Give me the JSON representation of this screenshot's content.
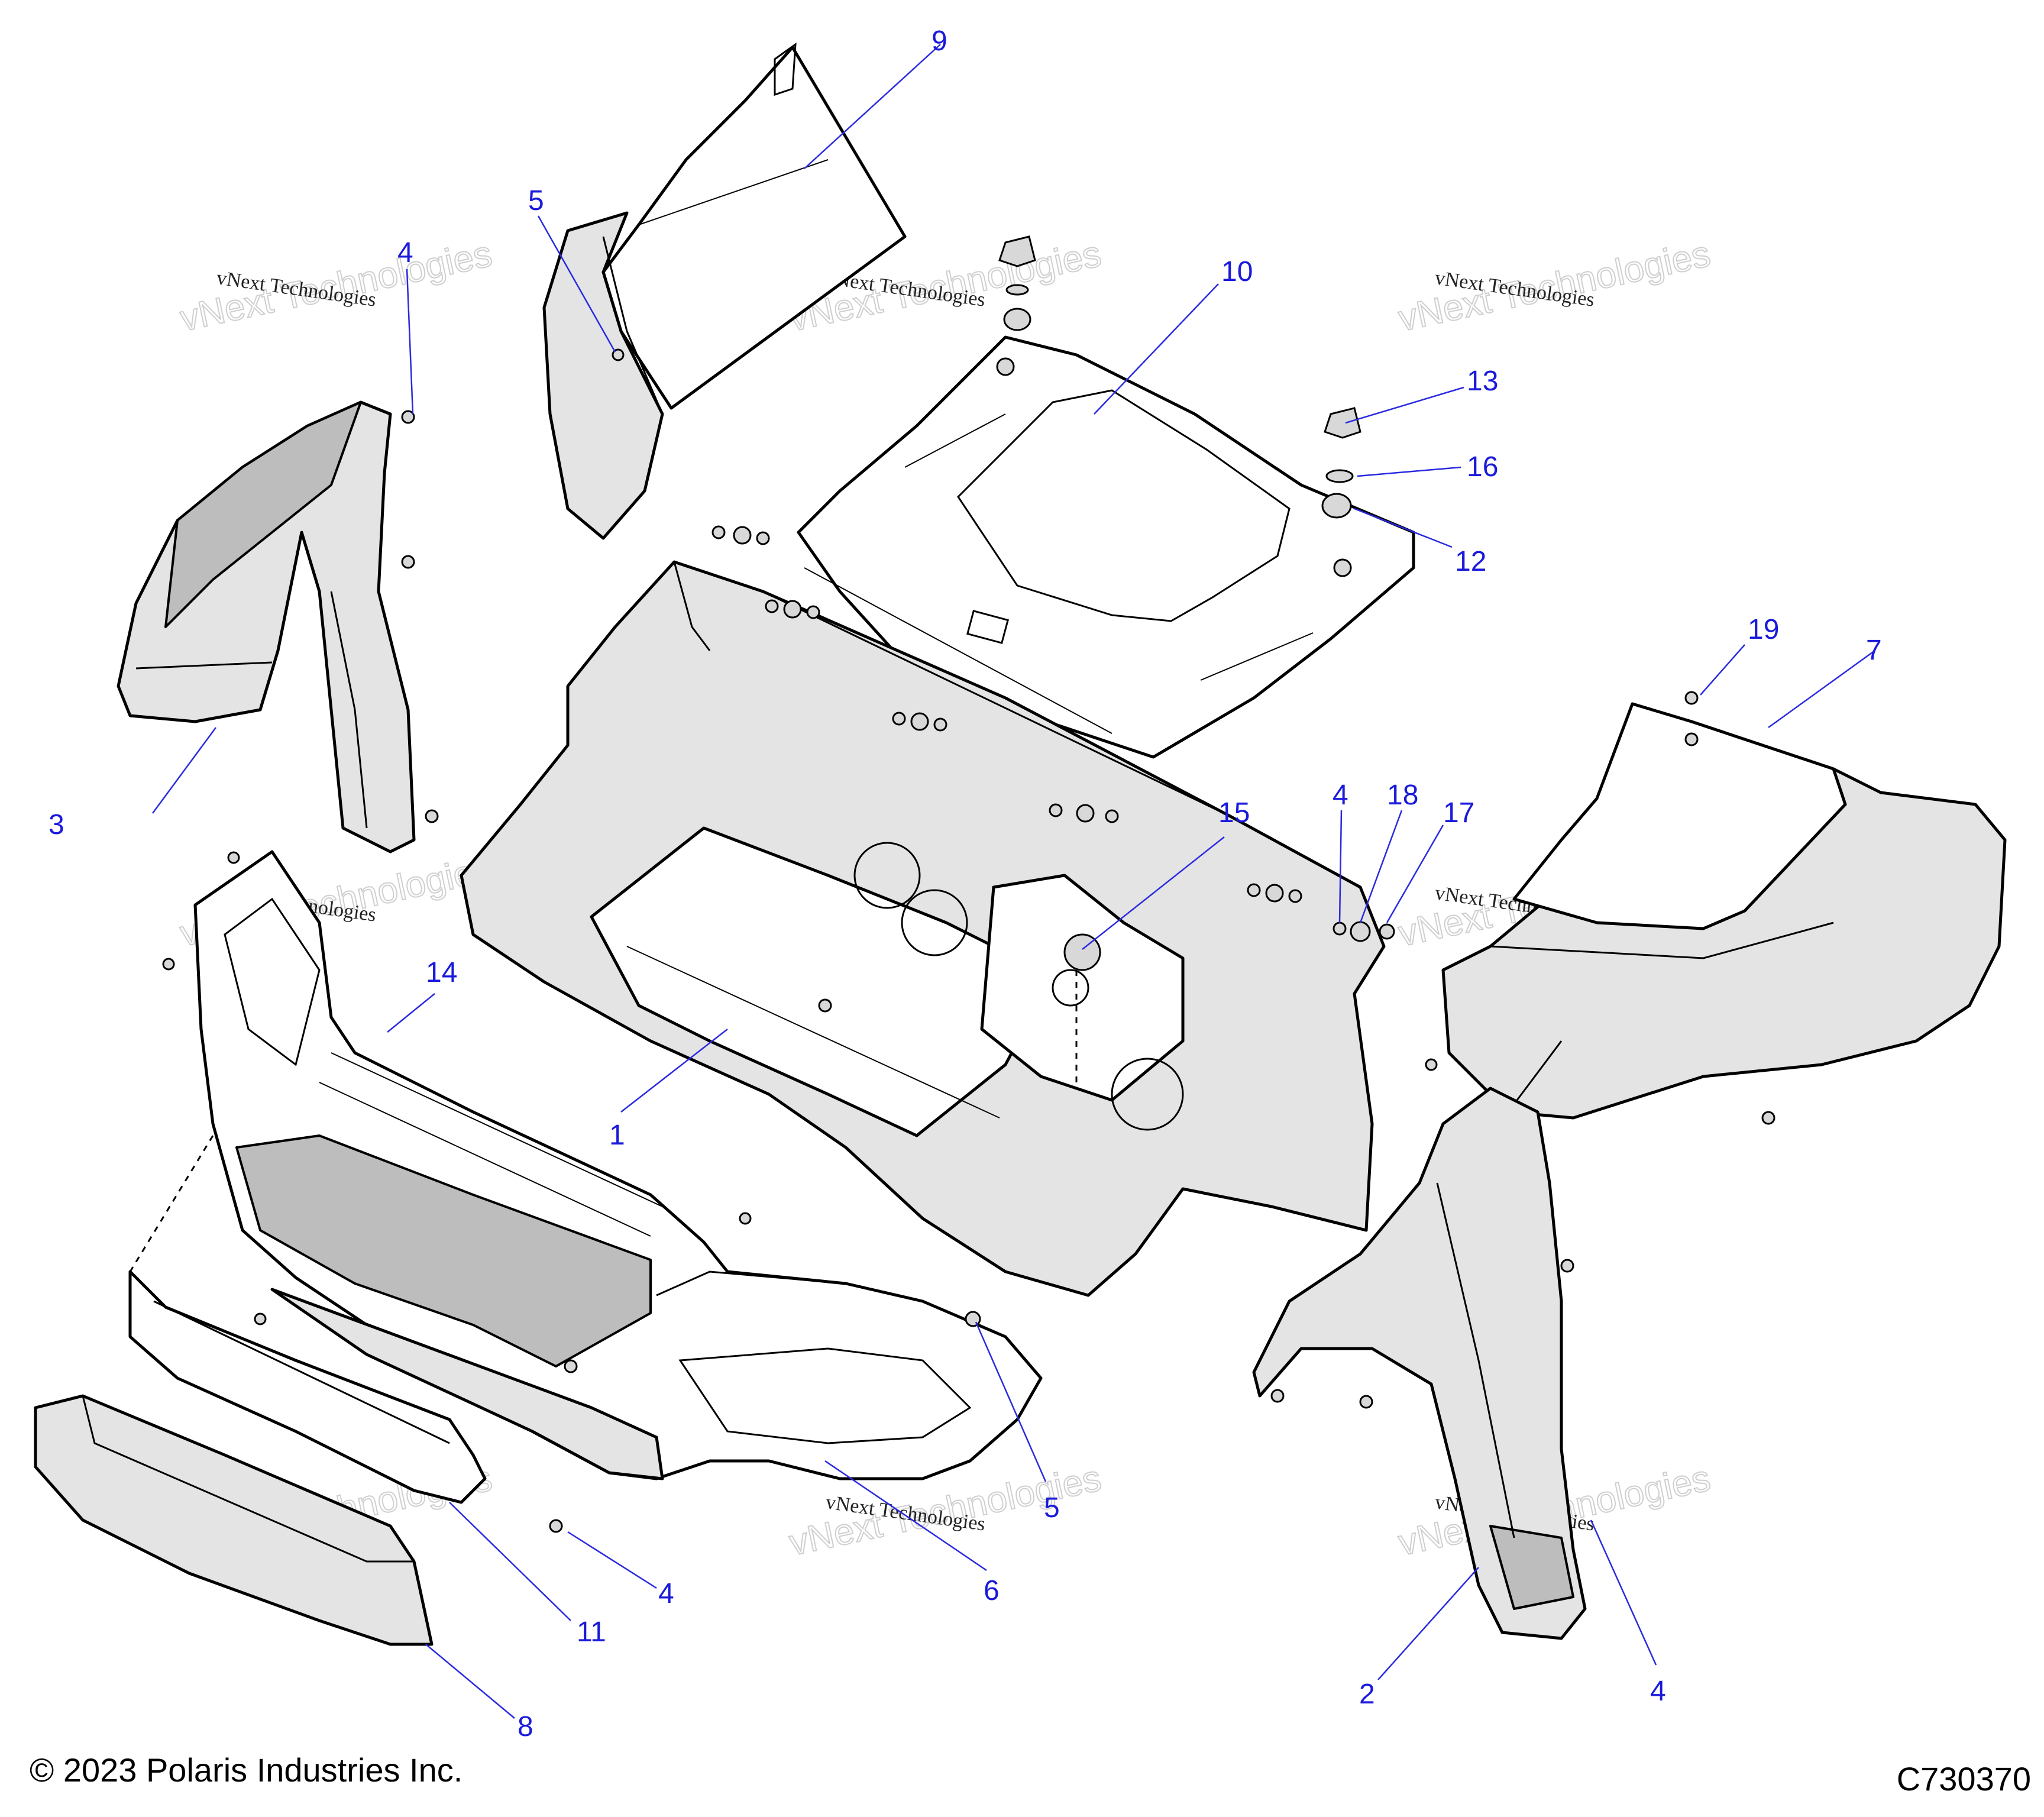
{
  "callouts": [
    "1",
    "2",
    "3",
    "4",
    "4",
    "4",
    "4",
    "5",
    "5",
    "6",
    "7",
    "8",
    "9",
    "10",
    "11",
    "12",
    "13",
    "14",
    "15",
    "16",
    "17",
    "18",
    "19"
  ],
  "watermark": {
    "line1": "vNext Technologies",
    "line2": "vNext Technologies"
  },
  "footer": {
    "copyright": "© 2023 Polaris Industries Inc.",
    "figure_id": "C730370"
  }
}
